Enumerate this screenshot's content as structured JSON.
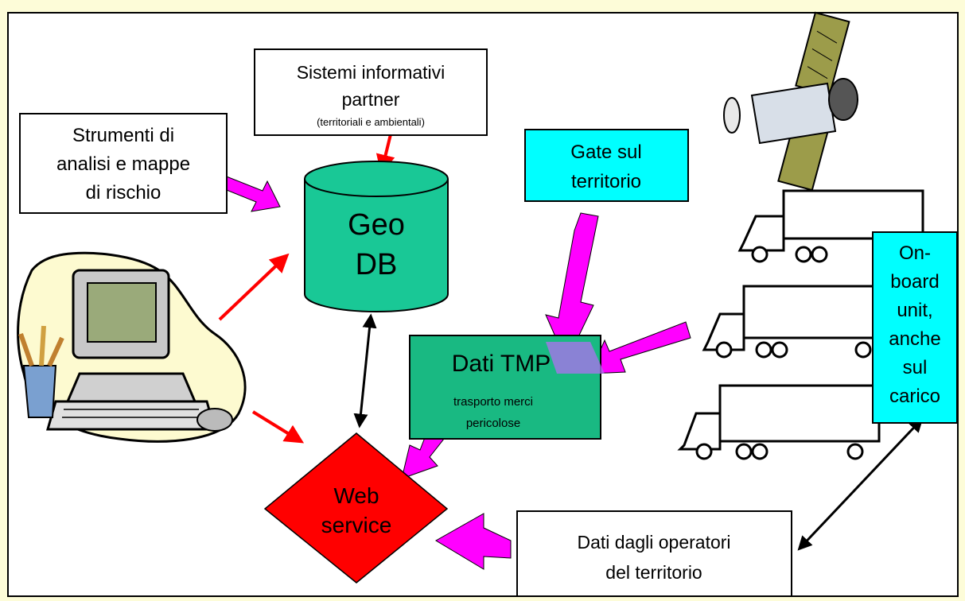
{
  "boxes": {
    "partner": {
      "title_line1": "Sistemi informativi",
      "title_line2": "partner",
      "subtitle": "(territoriali e ambientali)"
    },
    "strumenti": {
      "line1": "Strumenti di",
      "line2": "analisi e mappe",
      "line3": "di rischio"
    },
    "gate": {
      "line1": "Gate sul",
      "line2": "territorio"
    },
    "onboard": {
      "line1": "On-",
      "line2": "board",
      "line3": "unit,",
      "line4": "anche",
      "line5": "sul",
      "line6": "carico"
    },
    "operatori": {
      "line1": "Dati dagli operatori",
      "line2": "del territorio"
    },
    "tmp": {
      "title": "Dati TMP",
      "subtitle_line1": "trasporto merci",
      "subtitle_line2": "pericolose"
    }
  },
  "geodb": {
    "line1": "Geo",
    "line2": "DB"
  },
  "webservice": {
    "line1": "Web",
    "line2": "service"
  },
  "colors": {
    "background": "#fdfcd8",
    "geodb": "#19c896",
    "tmp": "#19b982",
    "cyan": "#00ffff",
    "webservice": "#ff0000",
    "magenta_arrow": "#ff00ff",
    "red_arrow": "#ff0000"
  },
  "icons": [
    "computer-clipart-icon",
    "satellite-icon",
    "truck-icon"
  ]
}
